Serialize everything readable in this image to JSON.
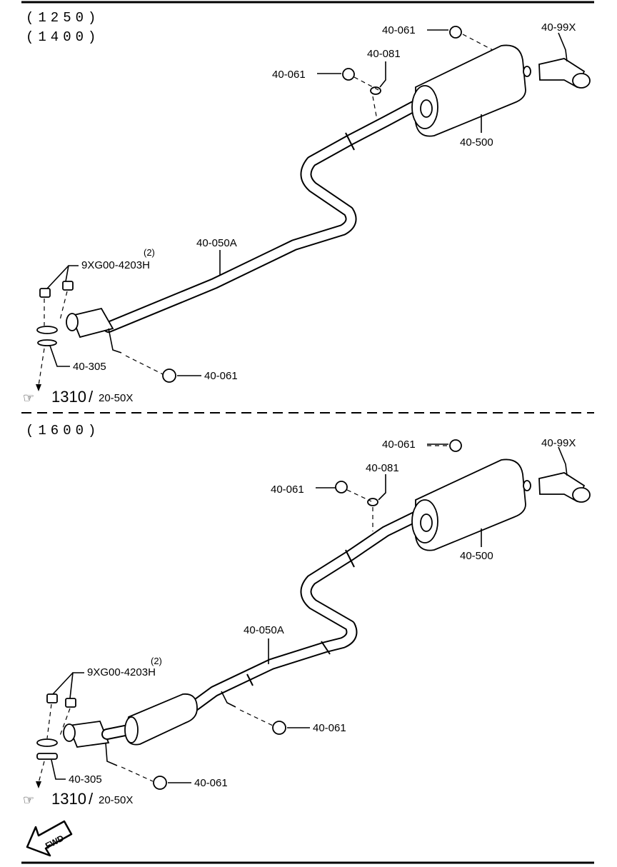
{
  "sections": [
    {
      "variants": [
        "(1250)",
        "(1400)"
      ],
      "labels": {
        "hanger_top": "40-061",
        "tail": "40-99X",
        "gasket": "40-081",
        "hanger_mid": "40-061",
        "muffler": "40-500",
        "pipe": "40-050A",
        "bolt": "9XG00-4203H",
        "bolt_qty": "(2)",
        "ring": "40-305",
        "hanger_low": "40-061",
        "ref_num": "1310",
        "ref_slash": "/",
        "ref_code": "20-50X"
      }
    },
    {
      "variants": [
        "(1600)"
      ],
      "labels": {
        "hanger_top": "40-061",
        "tail": "40-99X",
        "gasket": "40-081",
        "hanger_mid": "40-061",
        "muffler": "40-500",
        "pipe": "40-050A",
        "bolt": "9XG00-4203H",
        "bolt_qty": "(2)",
        "hanger_center": "40-061",
        "ring": "40-305",
        "hanger_low": "40-061",
        "ref_num": "1310",
        "ref_slash": "/",
        "ref_code": "20-50X"
      }
    }
  ],
  "fwd_label": "FWD"
}
